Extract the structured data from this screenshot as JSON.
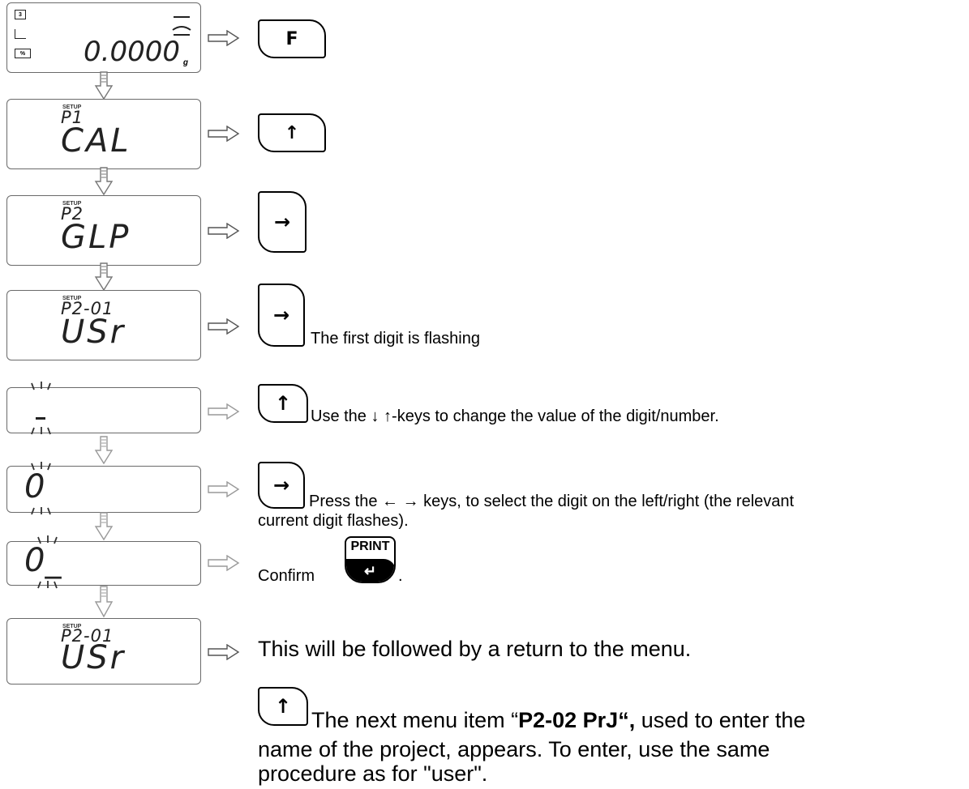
{
  "initial_display": {
    "reading": "0.0000",
    "unit": "g"
  },
  "menu_cal": {
    "setup_label": "SETUP",
    "code": "P1",
    "name": "CAL"
  },
  "menu_glp": {
    "setup_label": "SETUP",
    "code": "P2",
    "name": "GLP"
  },
  "menu_usr": {
    "setup_label": "SETUP",
    "code": "P2-01",
    "name": "USr"
  },
  "menu_usr_return": {
    "setup_label": "SETUP",
    "code": "P2-01",
    "name": "USr"
  },
  "digit_display_1": {
    "value": "0"
  },
  "digit_display_2": {
    "value": "0_"
  },
  "keys": {
    "f": "F",
    "up": "↑",
    "right": "→",
    "print_label": "PRINT",
    "enter_symbol": "↵"
  },
  "instructions": {
    "first_digit": "The first digit is flashing",
    "change_digit": "Use the ↓ ↑-keys to change the value of the digit/number.",
    "select_digit_1": "Press the ← → keys, to select the digit on the left/right (the relevant",
    "select_digit_2": "current digit flashes).",
    "confirm": "Confirm",
    "confirm_period": ".",
    "return": "This will be followed by a return to the menu.",
    "next_a": "The next menu item “",
    "next_bold": "P2-02 PrJ“,",
    "next_b": " used to enter the",
    "next_line2": "name of the project, appears. To enter, use the same",
    "next_line3": "procedure as for \"user\"."
  }
}
